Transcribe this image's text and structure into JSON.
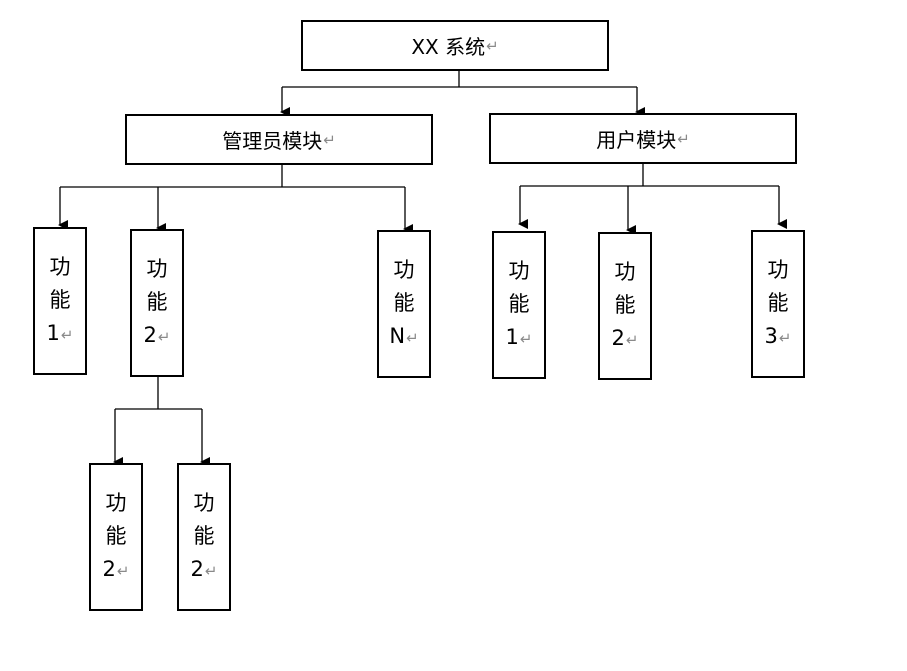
{
  "root": {
    "label": "XX 系统"
  },
  "admin": {
    "label": "管理员模块"
  },
  "user": {
    "label": "用户模块"
  },
  "admin_functions": [
    {
      "char1": "功",
      "char2": "能",
      "num": "1"
    },
    {
      "char1": "功",
      "char2": "能",
      "num": "2"
    },
    {
      "char1": "功",
      "char2": "能",
      "num": "N"
    }
  ],
  "sub_functions": [
    {
      "char1": "功",
      "char2": "能",
      "num": "2"
    },
    {
      "char1": "功",
      "char2": "能",
      "num": "2"
    }
  ],
  "user_functions": [
    {
      "char1": "功",
      "char2": "能",
      "num": "1"
    },
    {
      "char1": "功",
      "char2": "能",
      "num": "2"
    },
    {
      "char1": "功",
      "char2": "能",
      "num": "3"
    }
  ],
  "return_mark": "↵"
}
